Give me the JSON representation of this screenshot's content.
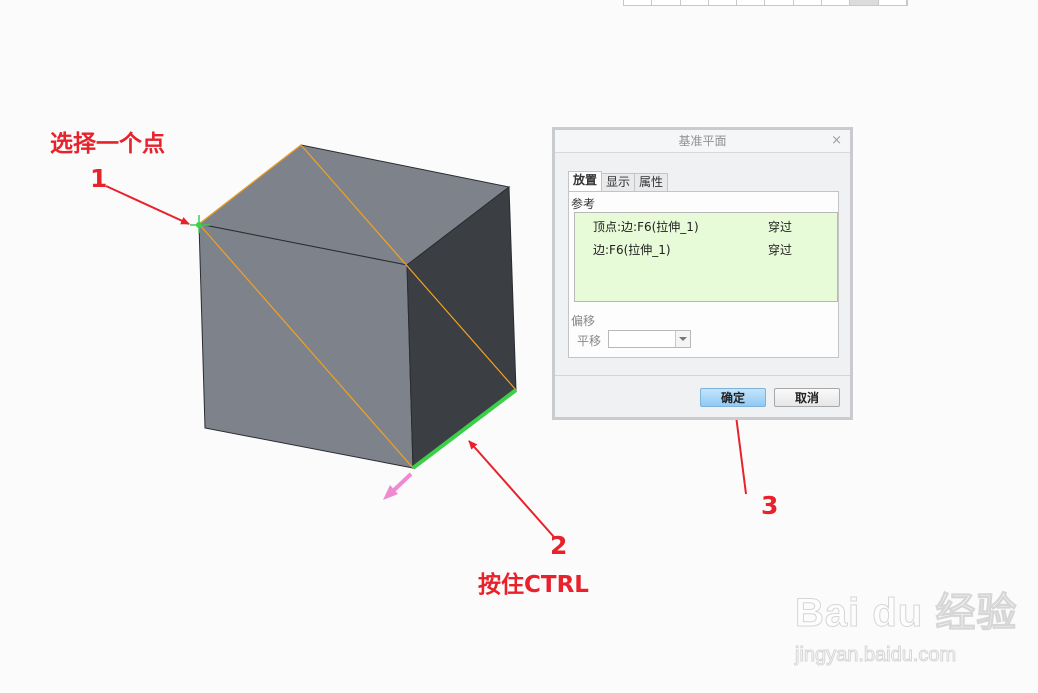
{
  "annotations": {
    "step1_title": "选择一个点",
    "step1_num": "1",
    "step2_num": "2",
    "step2_title": "按住CTRL",
    "step3_num": "3"
  },
  "colors": {
    "annotation_red": "#e8212b",
    "cube_front": "#7e838b",
    "cube_top": "#7e838b",
    "cube_right": "#3b3e43",
    "highlight_orange": "#f5a020",
    "selected_edge_green": "#3ccf4a",
    "direction_arrow_pink": "#f08ad0"
  },
  "dialog": {
    "title": "基准平面",
    "close": "×",
    "tabs": [
      {
        "label": "放置",
        "active": true
      },
      {
        "label": "显示",
        "active": false
      },
      {
        "label": "属性",
        "active": false
      }
    ],
    "references_label": "参考",
    "references": [
      {
        "item": "顶点:边:F6(拉伸_1)",
        "constraint": "穿过"
      },
      {
        "item": "边:F6(拉伸_1)",
        "constraint": "穿过"
      }
    ],
    "offset_label": "偏移",
    "translation_label": "平移",
    "translation_value": "",
    "ok_label": "确定",
    "cancel_label": "取消"
  },
  "watermark": {
    "logo": "Bai du 经验",
    "url": "jingyan.baidu.com"
  }
}
